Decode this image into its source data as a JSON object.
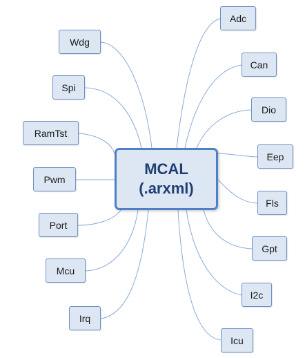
{
  "center": {
    "line1": "MCAL",
    "line2": "(.arxml)"
  },
  "left_nodes": [
    "Wdg",
    "Spi",
    "RamTst",
    "Pwm",
    "Port",
    "Mcu",
    "Irq"
  ],
  "right_nodes": [
    "Adc",
    "Can",
    "Dio",
    "Eep",
    "Fls",
    "Gpt",
    "I2c",
    "Icu"
  ],
  "colors": {
    "node_fill": "#dde6f3",
    "node_border": "#6f8fc3",
    "center_border": "#4f7fc6",
    "connector": "#8aa9d6",
    "center_text": "#1f3f73"
  }
}
